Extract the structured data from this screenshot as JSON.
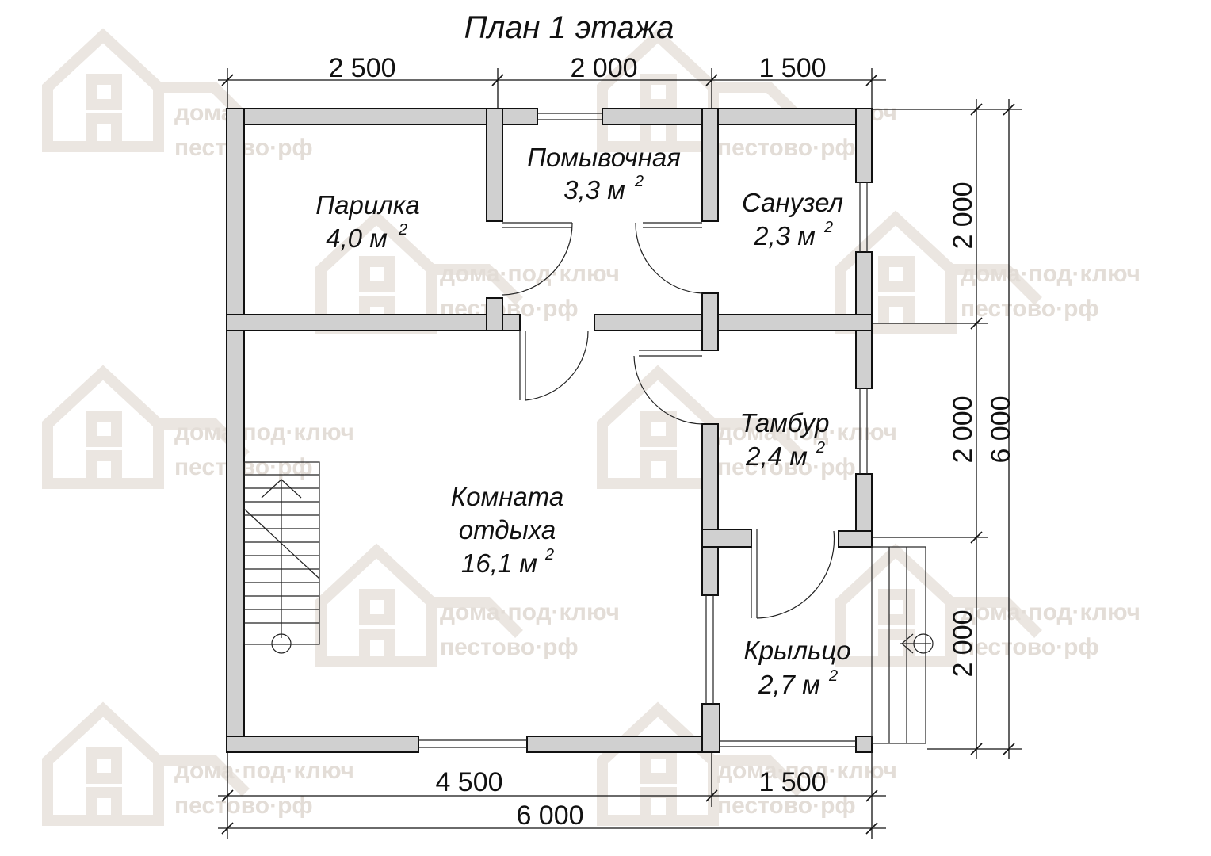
{
  "title": "План 1 этажа",
  "watermark": {
    "line1": "дома·под·ключ",
    "line2": "пестово·рф"
  },
  "dimensions": {
    "top": [
      "2 500",
      "2 000",
      "1 500"
    ],
    "bottom": [
      "4 500",
      "1 500"
    ],
    "bottom_total": "6 000",
    "right": [
      "2 000",
      "2 000",
      "2 000"
    ],
    "right_total": "6 000"
  },
  "rooms": {
    "parilka": {
      "name": "Парилка",
      "area": "4,0 м",
      "unit_sup": "2"
    },
    "pomyvochnaya": {
      "name": "Помывочная",
      "area": "3,3 м",
      "unit_sup": "2"
    },
    "sanuzel": {
      "name": "Санузел",
      "area": "2,3 м",
      "unit_sup": "2"
    },
    "tambur": {
      "name": "Тамбур",
      "area": "2,4 м",
      "unit_sup": "2"
    },
    "komnata": {
      "name_line1": "Комната",
      "name_line2": "отдыха",
      "area": "16,1 м",
      "unit_sup": "2"
    },
    "krylco": {
      "name": "Крыльцо",
      "area": "2,7 м",
      "unit_sup": "2"
    }
  }
}
